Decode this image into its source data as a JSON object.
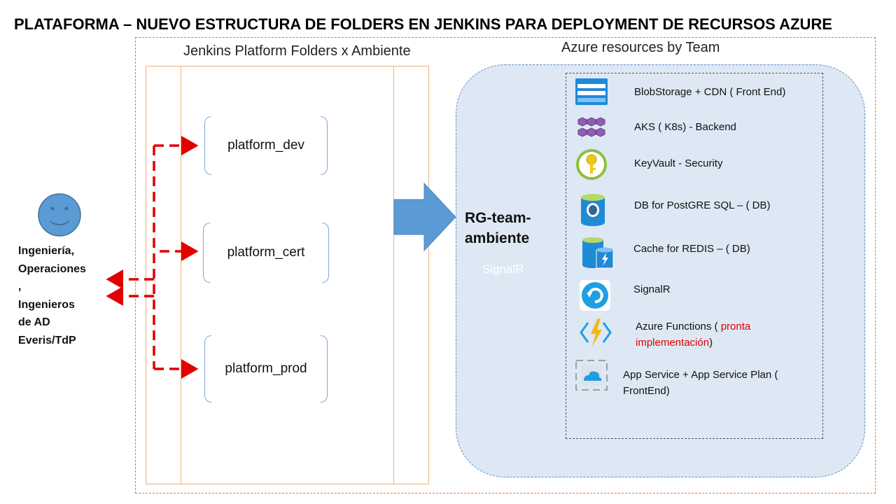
{
  "title": "PLATAFORMA – NUEVO ESTRUCTURA DE FOLDERS EN JENKINS PARA DEPLOYMENT DE RECURSOS AZURE",
  "jenkins": {
    "title": "Jenkins Platform Folders x Ambiente",
    "folders": [
      "platform_dev",
      "platform_cert",
      "platform_prod"
    ]
  },
  "user": {
    "icon": "smiley-face-icon",
    "lines": [
      "Ingeniería,",
      "Operaciones",
      ",",
      "Ingenieros",
      "de AD",
      "Everis/TdP"
    ]
  },
  "azure": {
    "title": "Azure resources by Team",
    "resource_group": {
      "line1": "RG-team-",
      "line2": "ambiente",
      "ghost_text": "SignalR"
    },
    "resources": [
      {
        "icon": "blob-storage-icon",
        "label": "BlobStorage + CDN ( Front End)"
      },
      {
        "icon": "aks-icon",
        "label": "AKS ( K8s) - Backend"
      },
      {
        "icon": "key-vault-icon",
        "label": "KeyVault - Security"
      },
      {
        "icon": "postgresql-icon",
        "label": "DB for PostGRE SQL – ( DB)"
      },
      {
        "icon": "redis-cache-icon",
        "label": "Cache for REDIS – ( DB)"
      },
      {
        "icon": "signalr-icon",
        "label": "SignalR"
      },
      {
        "icon": "azure-functions-icon",
        "label": "Azure Functions (",
        "label_red": "pronta",
        "label_line2_red": "implementación",
        "label_line2_end": ")"
      },
      {
        "icon": "app-service-icon",
        "label": "App Service + App Service Plan (",
        "label_line2": "FrontEnd)"
      }
    ]
  },
  "colors": {
    "dashed_arrow": "#e00000",
    "big_arrow": "#5b9bd5",
    "rg_fill": "#dde8f4",
    "frame": "#e07a3a",
    "face": "#5b9bd5"
  }
}
